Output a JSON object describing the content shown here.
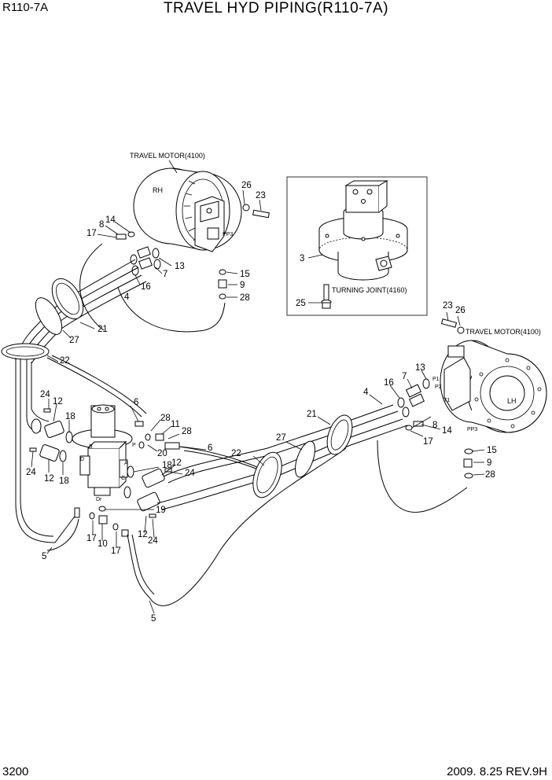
{
  "header": {
    "model": "R110-7A",
    "title": "TRAVEL HYD PIPING(R110-7A)"
  },
  "footer": {
    "page": "3200",
    "date_rev": "2009. 8.25  REV.9H"
  },
  "components": {
    "travel_motor_rh": "TRAVEL MOTOR(4100)",
    "travel_motor_lh": "TRAVEL MOTOR(4100)",
    "turning_joint": "TURNING JOINT(4160)",
    "rh_mark": "RH",
    "lh_mark": "LH"
  },
  "port_marks": {
    "pp3_rh": "PP3",
    "pp3_lh": "PP3",
    "p1": "P1",
    "p2": "P2",
    "t1": "T1",
    "a": "A",
    "b": "B",
    "c": "C",
    "d": "D",
    "p": "P",
    "dr": "Dr"
  },
  "callouts": [
    {
      "id": "c26a",
      "text": "26"
    },
    {
      "id": "c23a",
      "text": "23"
    },
    {
      "id": "c8a",
      "text": "8"
    },
    {
      "id": "c14a",
      "text": "14"
    },
    {
      "id": "c17a",
      "text": "17"
    },
    {
      "id": "c13a",
      "text": "13"
    },
    {
      "id": "c7a",
      "text": "7"
    },
    {
      "id": "c16a",
      "text": "16"
    },
    {
      "id": "c4a",
      "text": "4"
    },
    {
      "id": "c15a",
      "text": "15"
    },
    {
      "id": "c9a",
      "text": "9"
    },
    {
      "id": "c28a",
      "text": "28"
    },
    {
      "id": "c3",
      "text": "3"
    },
    {
      "id": "c25",
      "text": "25"
    },
    {
      "id": "c21a",
      "text": "21"
    },
    {
      "id": "c27a",
      "text": "27"
    },
    {
      "id": "c22a",
      "text": "22"
    },
    {
      "id": "c23b",
      "text": "23"
    },
    {
      "id": "c26b",
      "text": "26"
    },
    {
      "id": "c13b",
      "text": "13"
    },
    {
      "id": "c7b",
      "text": "7"
    },
    {
      "id": "c16b",
      "text": "16"
    },
    {
      "id": "c4b",
      "text": "4"
    },
    {
      "id": "c21b",
      "text": "21"
    },
    {
      "id": "c6a",
      "text": "6"
    },
    {
      "id": "c24a",
      "text": "24"
    },
    {
      "id": "c12a",
      "text": "12"
    },
    {
      "id": "c18a",
      "text": "18"
    },
    {
      "id": "c28b",
      "text": "28"
    },
    {
      "id": "c11",
      "text": "11"
    },
    {
      "id": "c28c",
      "text": "28"
    },
    {
      "id": "c20",
      "text": "20"
    },
    {
      "id": "c6b",
      "text": "6"
    },
    {
      "id": "c27b",
      "text": "27"
    },
    {
      "id": "c22b",
      "text": "22"
    },
    {
      "id": "c14b",
      "text": "14"
    },
    {
      "id": "c8b",
      "text": "8"
    },
    {
      "id": "c17b",
      "text": "17"
    },
    {
      "id": "c15b",
      "text": "15"
    },
    {
      "id": "c9b",
      "text": "9"
    },
    {
      "id": "c28d",
      "text": "28"
    },
    {
      "id": "c24b",
      "text": "24"
    },
    {
      "id": "c12b",
      "text": "12"
    },
    {
      "id": "c18b",
      "text": "18"
    },
    {
      "id": "c18c",
      "text": "18"
    },
    {
      "id": "c12c",
      "text": "12"
    },
    {
      "id": "c24c",
      "text": "24"
    },
    {
      "id": "c19",
      "text": "19"
    },
    {
      "id": "c12d",
      "text": "12"
    },
    {
      "id": "c24d",
      "text": "24"
    },
    {
      "id": "c17c",
      "text": "17"
    },
    {
      "id": "c10",
      "text": "10"
    },
    {
      "id": "c17d",
      "text": "17"
    },
    {
      "id": "c5a",
      "text": "5"
    },
    {
      "id": "c5b",
      "text": "5"
    }
  ]
}
